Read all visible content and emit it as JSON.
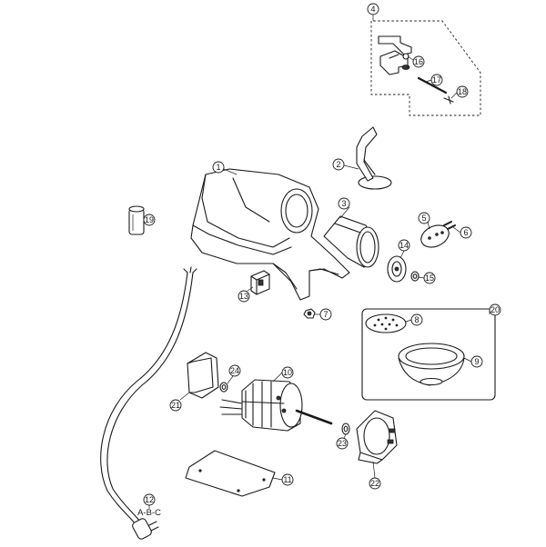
{
  "callouts": [
    {
      "id": "p1",
      "label": "1"
    },
    {
      "id": "p2",
      "label": "2"
    },
    {
      "id": "p3",
      "label": "3"
    },
    {
      "id": "p4",
      "label": "4"
    },
    {
      "id": "p5",
      "label": "5"
    },
    {
      "id": "p6",
      "label": "6"
    },
    {
      "id": "p7",
      "label": "7"
    },
    {
      "id": "p8",
      "label": "8"
    },
    {
      "id": "p9",
      "label": "9"
    },
    {
      "id": "p10",
      "label": "10"
    },
    {
      "id": "p11",
      "label": "11"
    },
    {
      "id": "p12",
      "label": "12"
    },
    {
      "id": "p13",
      "label": "13"
    },
    {
      "id": "p14",
      "label": "14"
    },
    {
      "id": "p15",
      "label": "15"
    },
    {
      "id": "p16",
      "label": "16"
    },
    {
      "id": "p17",
      "label": "17"
    },
    {
      "id": "p18",
      "label": "18"
    },
    {
      "id": "p19",
      "label": "19"
    },
    {
      "id": "p20",
      "label": "20"
    },
    {
      "id": "p21",
      "label": "21"
    },
    {
      "id": "p22",
      "label": "22"
    },
    {
      "id": "p23",
      "label": "23"
    },
    {
      "id": "p24",
      "label": "24"
    }
  ],
  "notes": {
    "part12_variant": "A-B-C"
  }
}
